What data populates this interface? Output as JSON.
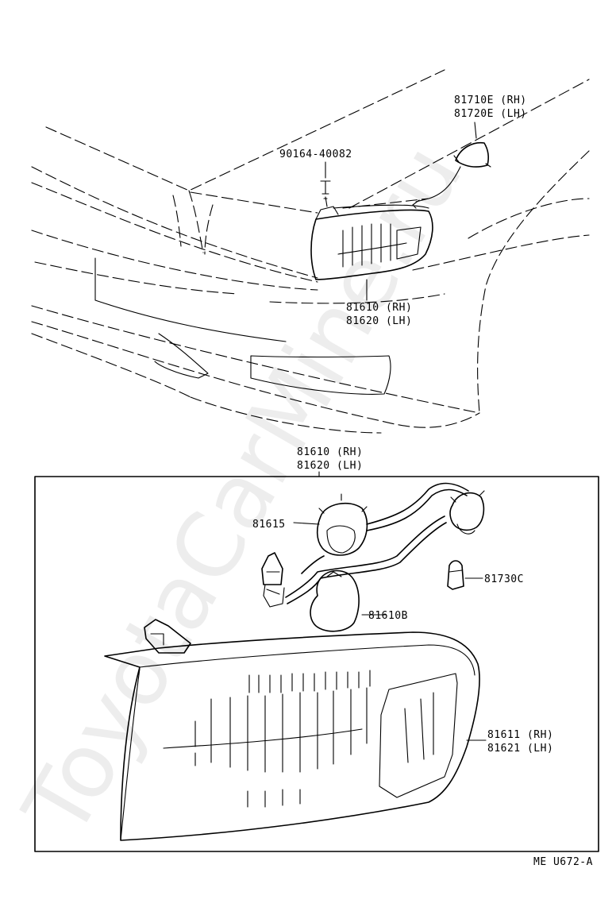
{
  "parts": {
    "socket_wire": {
      "line1": "81710E (RH)",
      "line2": "81720E (LH)"
    },
    "screw": {
      "line1": "90164-40082"
    },
    "lamp_assy_top": {
      "line1": "81610 (RH)",
      "line2": "81620 (LH)"
    },
    "lamp_assy_detail": {
      "line1": "81610 (RH)",
      "line2": "81620 (LH)"
    },
    "socket": {
      "line1": "81615"
    },
    "bulb_small": {
      "line1": "81730C"
    },
    "bulb_large": {
      "line1": "81610B"
    },
    "lens_housing": {
      "line1": "81611 (RH)",
      "line2": "81621 (LH)"
    }
  },
  "figure_code": "ME  U672-A",
  "watermark": "ToyotaCarMine.ru"
}
